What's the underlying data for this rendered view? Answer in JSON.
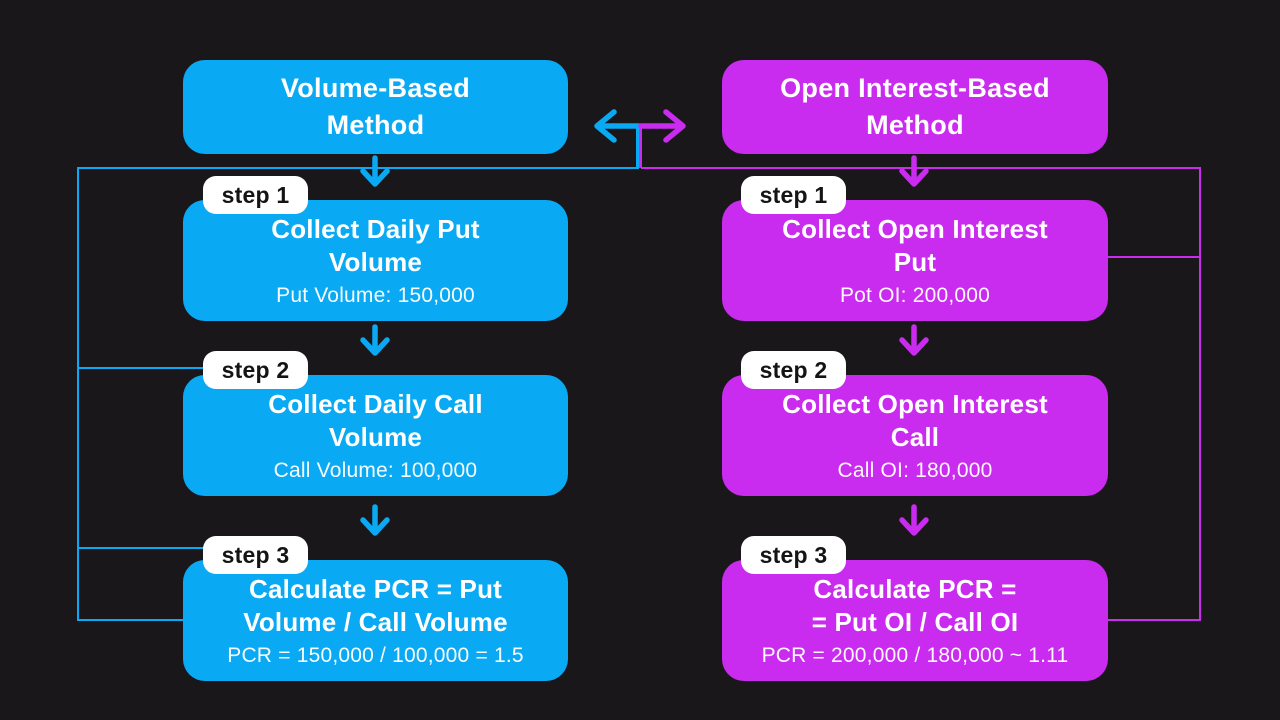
{
  "title": "Put-Call Ratio calculation methods flowchart",
  "colors": {
    "background": "#1A171A",
    "volume_accent": "#0AA9F4",
    "open_interest_accent": "#C92BEF",
    "box_text": "#FFFFFF",
    "badge_background": "#FFFFFF",
    "badge_text": "#141414"
  },
  "columns": [
    {
      "id": "volume-method",
      "header": {
        "line1": "Volume-Based",
        "line2": "Method"
      },
      "steps": [
        {
          "badge": "step 1",
          "title_line1": "Collect Daily Put",
          "title_line2": "Volume",
          "value": "Put Volume: 150,000"
        },
        {
          "badge": "step 2",
          "title_line1": "Collect Daily Call",
          "title_line2": "Volume",
          "value": "Call Volume: 100,000"
        },
        {
          "badge": "step 3",
          "title_line1": "Calculate PCR = Put",
          "title_line2": "Volume / Call Volume",
          "value": "PCR = 150,000 / 100,000 = 1.5"
        }
      ]
    },
    {
      "id": "open-interest-method",
      "header": {
        "line1": "Open Interest-Based",
        "line2": "Method"
      },
      "steps": [
        {
          "badge": "step 1",
          "title_line1": "Collect Open Interest",
          "title_line2": "Put",
          "value": "Pot OI: 200,000"
        },
        {
          "badge": "step 2",
          "title_line1": "Collect Open Interest",
          "title_line2": "Call",
          "value": "Call OI: 180,000"
        },
        {
          "badge": "step 3",
          "title_line1": "Calculate PCR =",
          "title_line2": "= Put OI / Call OI",
          "value": "PCR = 200,000 / 180,000 ~ 1.11"
        }
      ]
    }
  ]
}
